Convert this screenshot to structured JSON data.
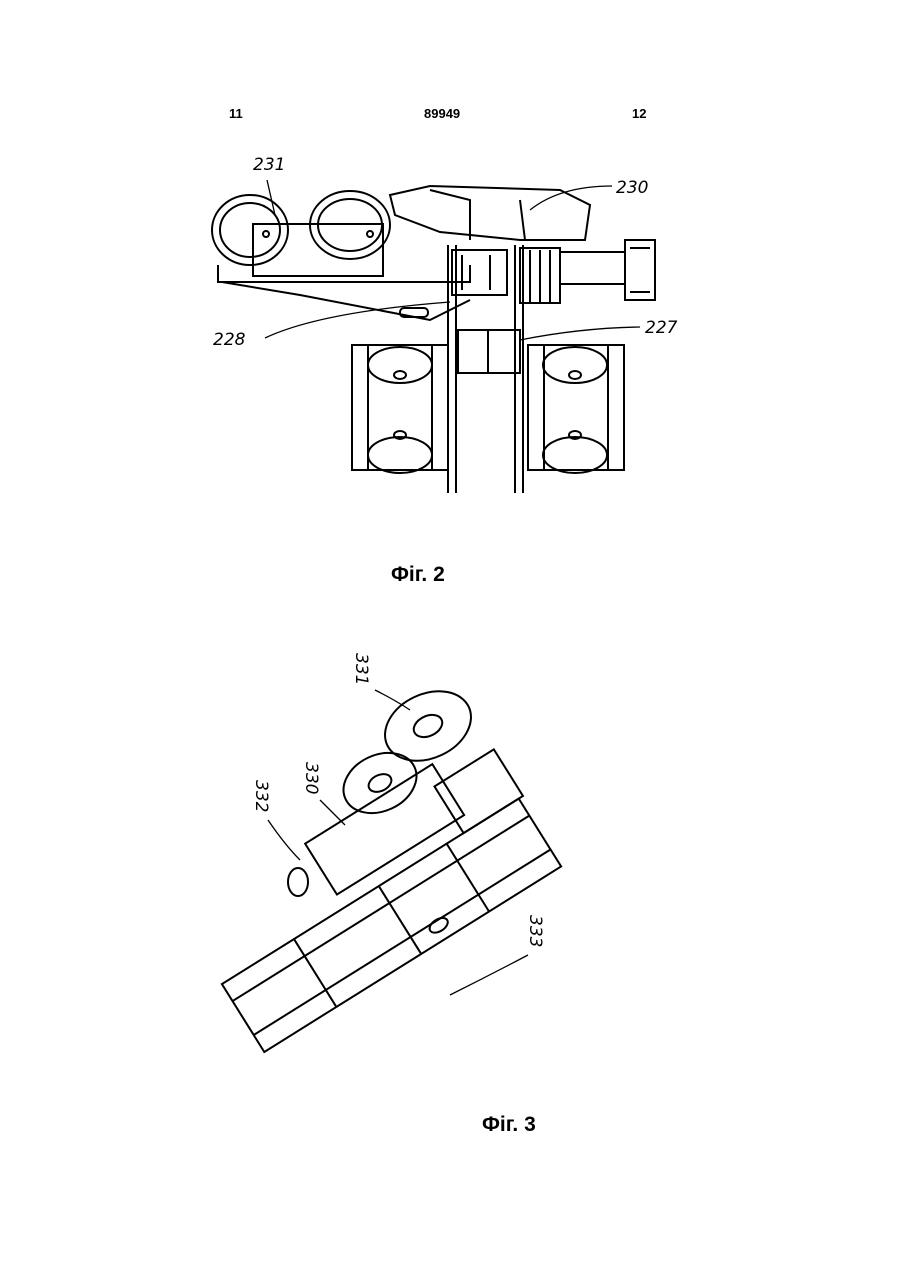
{
  "header": {
    "left_page": "11",
    "patent_number": "89949",
    "right_page": "12"
  },
  "figures": [
    {
      "caption": "Фіг. 2",
      "labels": [
        "231",
        "230",
        "228",
        "227"
      ]
    },
    {
      "caption": "Фіг. 3",
      "labels": [
        "331",
        "330",
        "332",
        "333"
      ]
    }
  ]
}
